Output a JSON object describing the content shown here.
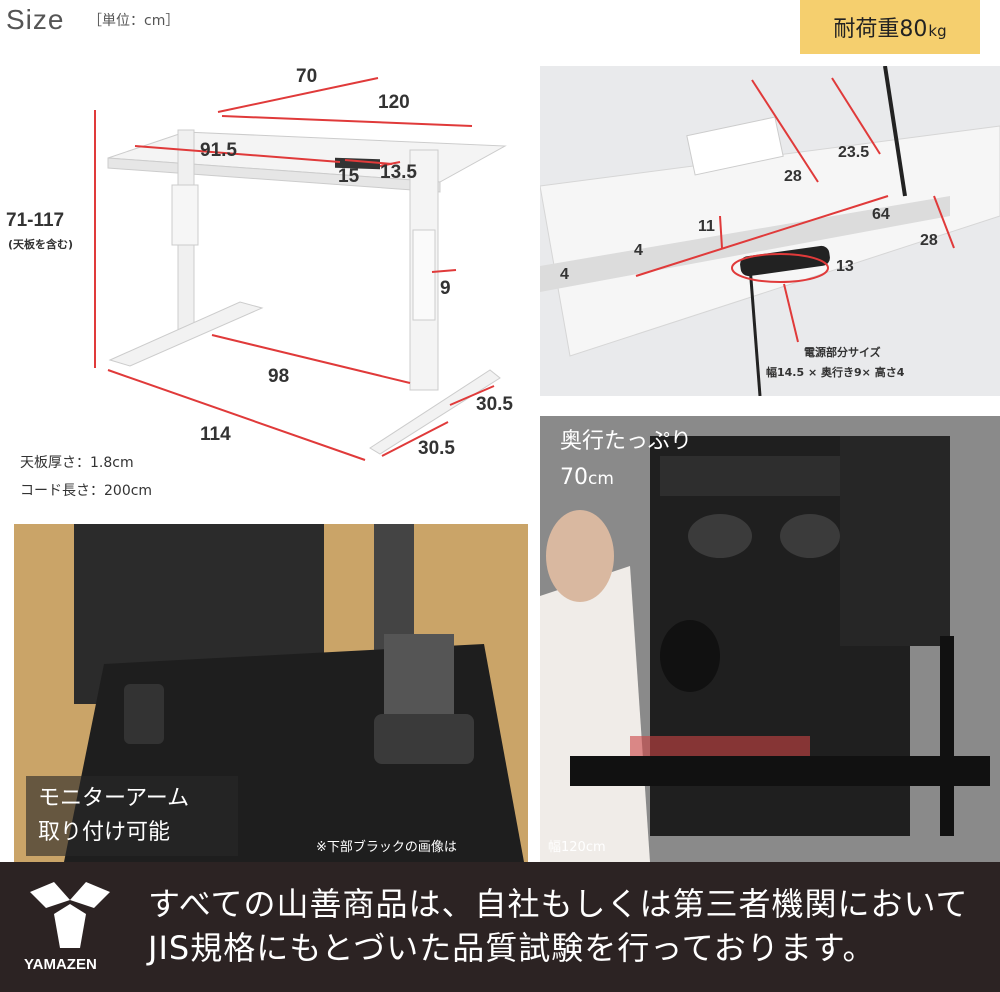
{
  "header": {
    "size_title": "Size",
    "size_unit": "［単位：cm］",
    "load_label": "耐荷重80",
    "load_unit": "kg"
  },
  "diagram": {
    "depth": "70",
    "width_top": "120",
    "panel_offset": "91.5",
    "panel_w": "15",
    "panel_d": "13.5",
    "height": "71-117",
    "height_note": "(天板を含む)",
    "leg": "9",
    "inner": "98",
    "overall": "114",
    "foot_a": "30.5",
    "foot_b": "30.5"
  },
  "specs": {
    "thickness": "天板厚さ：1.8cm",
    "cord": "コード長さ：200cm"
  },
  "underside": {
    "d28a": "28",
    "d23_5": "23.5",
    "d64": "64",
    "d28b": "28",
    "d11": "11",
    "d4a": "4",
    "d4b": "4",
    "d13": "13",
    "power_label": "電源部分サイズ",
    "power_dims": "幅14.5 × 奥行き9× 高さ4"
  },
  "monitor_arm": {
    "label_line1": "モニターアーム",
    "label_line2": "取り付け可能",
    "note": "※下部ブラックの画像は"
  },
  "room": {
    "label_line1": "奥行たっぷり",
    "label_line2": "70",
    "label_unit": "cm",
    "width_note": "幅120cm"
  },
  "footer": {
    "line1": "すべての山善商品は、自社もしくは第三者機関において",
    "line2": "JIS規格にもとづいた品質試験を行っております。",
    "brand": "YAMAZEN"
  },
  "colors": {
    "accent": "#f5cf6e",
    "arrow": "#e03a3a",
    "footer_bg": "#2c2323"
  }
}
